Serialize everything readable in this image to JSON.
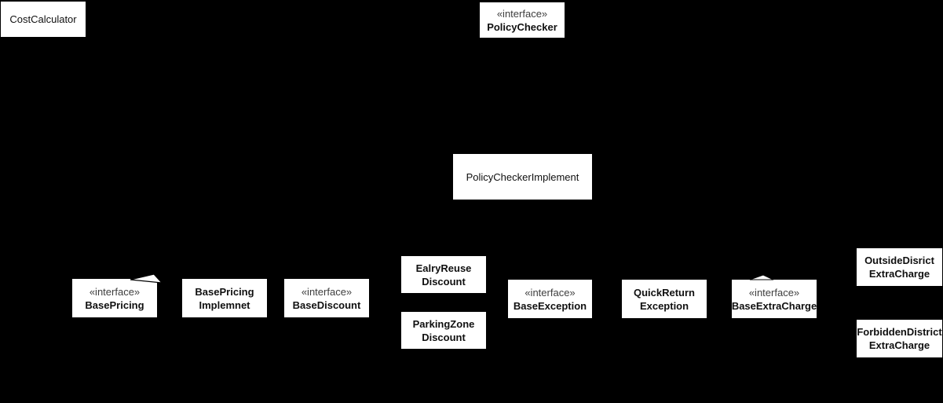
{
  "diagram": {
    "type": "uml-class-diagram",
    "background_color": "#000000",
    "node_fill_color": "#ffffff",
    "node_text_color": "#111111",
    "stereotype_text_color": "#3d3d3d",
    "nodes": {
      "cost_calculator": {
        "name": "CostCalculator"
      },
      "policy_checker": {
        "stereotype": "«interface»",
        "name": "PolicyChecker"
      },
      "policy_checker_implement": {
        "name": "PolicyCheckerImplement"
      },
      "base_pricing": {
        "stereotype": "«interface»",
        "name": "BasePricing"
      },
      "base_pricing_implemnet": {
        "name_line1": "BasePricing",
        "name_line2": "Implemnet"
      },
      "base_discount": {
        "stereotype": "«interface»",
        "name": "BaseDiscount"
      },
      "ealry_reuse_discount": {
        "name_line1": "EalryReuse",
        "name_line2": "Discount"
      },
      "parking_zone_discount": {
        "name_line1": "ParkingZone",
        "name_line2": "Discount"
      },
      "base_exception": {
        "stereotype": "«interface»",
        "name": "BaseException"
      },
      "quick_return_exception": {
        "name_line1": "QuickReturn",
        "name_line2": "Exception"
      },
      "base_extra_charge": {
        "stereotype": "«interface»",
        "name": "BaseExtraCharge"
      },
      "outside_disrict_extra_charge": {
        "name_line1": "OutsideDisrict",
        "name_line2": "ExtraCharge"
      },
      "forbidden_district_extra_charge": {
        "name_line1": "ForbiddenDistrict",
        "name_line2": "ExtraCharge"
      }
    },
    "artifacts": {
      "base_pricing_arrowhead": "hollow-triangle-arrowhead-fragment",
      "base_extra_charge_arrowhead": "hollow-triangle-arrowhead-fragment"
    }
  }
}
